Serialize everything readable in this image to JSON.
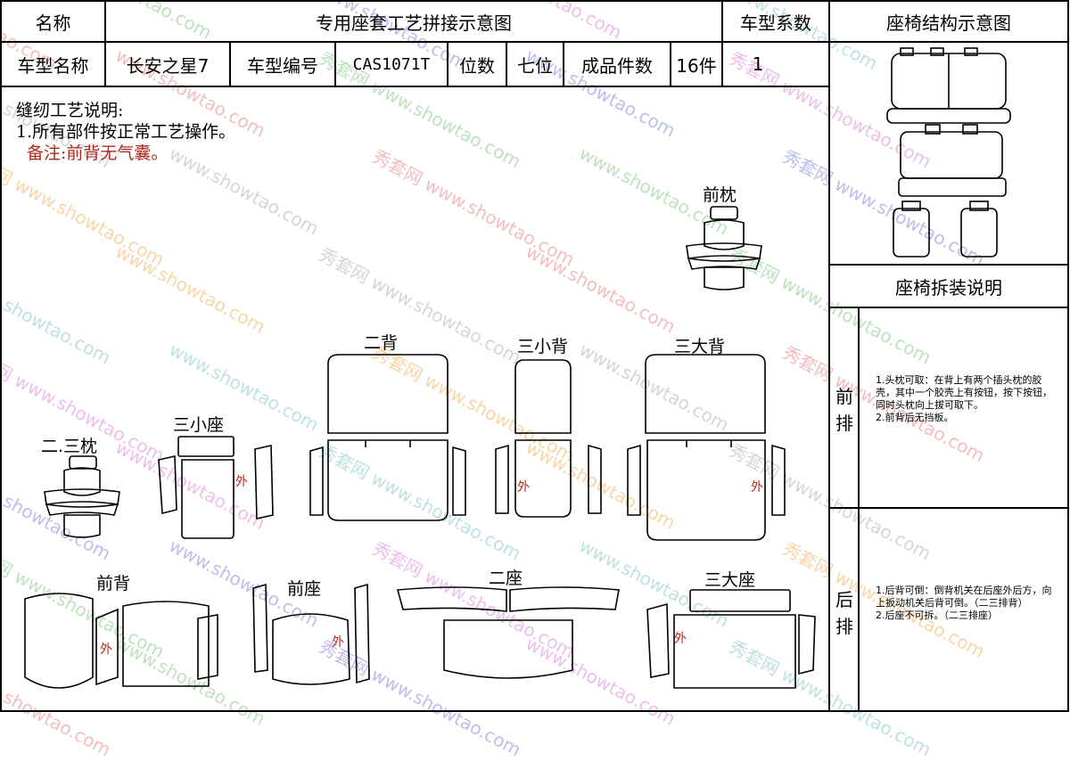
{
  "header": {
    "name_label": "名称",
    "title": "专用座套工艺拼接示意图",
    "coef_label": "车型系数",
    "structure_title": "座椅结构示意图"
  },
  "info_row": {
    "model_name_label": "车型名称",
    "model_name": "长安之星7",
    "model_no_label": "车型编号",
    "model_no": "CAS1071T",
    "seats_label": "位数",
    "seats": "七位",
    "pieces_label": "成品件数",
    "pieces": "16件",
    "coef": "1"
  },
  "notes": {
    "heading": "缝纫工艺说明:",
    "item1": "1.所有部件按正常工艺操作。",
    "remark": "备注:前背无气囊。"
  },
  "pieces": {
    "front_pillow": "前枕",
    "second_back": "二背",
    "third_small_back": "三小背",
    "third_big_back": "三大背",
    "pillow_23": "二.三枕",
    "third_small_seat": "三小座",
    "front_back": "前背",
    "front_seat": "前座",
    "second_seat": "二座",
    "third_big_seat": "三大座",
    "outer_mark": "外"
  },
  "side": {
    "disassembly_title": "座椅拆装说明",
    "front_row": "前排",
    "rear_row": "后排",
    "front_text": "1.头枕可取：在背上有两个插头枕的胶壳，其中一个胶壳上有按钮，按下按钮，同时头枕向上拔可取下。\n2.前背后无挡板。",
    "rear_text": "1.后背可倒：倒背机关在后座外后方，向上扳动机关后背可倒。（二三排背）\n2.后座不可拆。（二三排座）"
  },
  "watermark": {
    "brand": "秀套网",
    "url": "www.showtao.com"
  }
}
